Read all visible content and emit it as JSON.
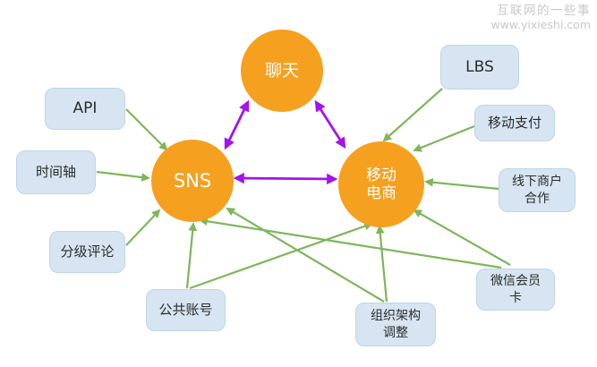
{
  "watermark": {
    "line1": "互联网的一些事",
    "line2": "www.yixieshi.com"
  },
  "diagram": {
    "nodes": [
      {
        "id": "chat",
        "shape": "circle",
        "label_lines": [
          "聊天"
        ]
      },
      {
        "id": "sns",
        "shape": "circle",
        "label_lines": [
          "SNS"
        ]
      },
      {
        "id": "ecommerce",
        "shape": "circle",
        "label_lines": [
          "移动",
          "电商"
        ]
      },
      {
        "id": "api",
        "shape": "box",
        "label_lines": [
          "API"
        ]
      },
      {
        "id": "timeline",
        "shape": "box",
        "label_lines": [
          "时间轴"
        ]
      },
      {
        "id": "comments",
        "shape": "box",
        "label_lines": [
          "分级评论"
        ]
      },
      {
        "id": "public-account",
        "shape": "box",
        "label_lines": [
          "公共账号"
        ]
      },
      {
        "id": "lbs",
        "shape": "box",
        "label_lines": [
          "LBS"
        ]
      },
      {
        "id": "mobile-payment",
        "shape": "box",
        "label_lines": [
          "移动支付"
        ]
      },
      {
        "id": "offline-merchant",
        "shape": "box",
        "label_lines": [
          "线下商户",
          "合作"
        ]
      },
      {
        "id": "wechat-member-card",
        "shape": "box",
        "label_lines": [
          "微信会员",
          "卡"
        ]
      },
      {
        "id": "org-adjust",
        "shape": "box",
        "label_lines": [
          "组织架构",
          "调整"
        ]
      }
    ],
    "edges": [
      {
        "from": "api",
        "to": "sns",
        "type": "one-way"
      },
      {
        "from": "timeline",
        "to": "sns",
        "type": "one-way"
      },
      {
        "from": "comments",
        "to": "sns",
        "type": "one-way"
      },
      {
        "from": "public-account",
        "to": "sns",
        "type": "one-way"
      },
      {
        "from": "public-account",
        "to": "ecommerce",
        "type": "one-way"
      },
      {
        "from": "org-adjust",
        "to": "sns",
        "type": "one-way"
      },
      {
        "from": "org-adjust",
        "to": "ecommerce",
        "type": "one-way"
      },
      {
        "from": "lbs",
        "to": "ecommerce",
        "type": "one-way"
      },
      {
        "from": "mobile-payment",
        "to": "ecommerce",
        "type": "one-way"
      },
      {
        "from": "offline-merchant",
        "to": "ecommerce",
        "type": "one-way"
      },
      {
        "from": "wechat-member-card",
        "to": "ecommerce",
        "type": "one-way"
      },
      {
        "from": "wechat-member-card",
        "to": "sns",
        "type": "one-way"
      },
      {
        "from": "chat",
        "to": "sns",
        "type": "bidirectional"
      },
      {
        "from": "chat",
        "to": "ecommerce",
        "type": "bidirectional"
      },
      {
        "from": "sns",
        "to": "ecommerce",
        "type": "bidirectional"
      }
    ]
  },
  "colors": {
    "circle_fill": "#F6A01F",
    "circle_text": "#FFFFFF",
    "box_fill": "#D6E5F1",
    "box_border": "#BFD5E6",
    "box_text": "#2B2B2B",
    "arrow_green": "#7EB65C",
    "arrow_purple": "#A313EC",
    "watermark": "#C9C9C9",
    "background": "#FFFFFF"
  }
}
